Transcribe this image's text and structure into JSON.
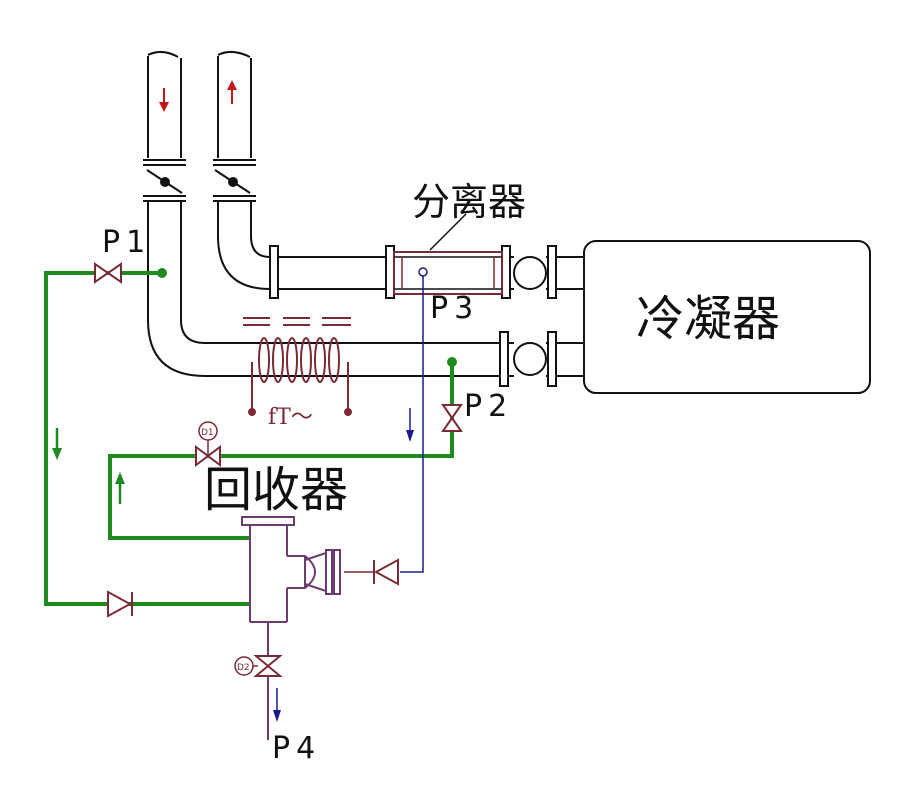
{
  "colors": {
    "pipe": "#111111",
    "green": "#1f8a1f",
    "maroon": "#7a2a34",
    "purple": "#6e3a70",
    "blue": "#1a1a8c",
    "red": "#c01818"
  },
  "labels": {
    "separator": "分离器",
    "condenser": "冷凝器",
    "recovery": "回收器",
    "p1": "P1",
    "p2": "P2",
    "p3": "P3",
    "p4": "P4",
    "heater": "fT～",
    "d1": "D1",
    "d2": "D2"
  },
  "icons": {
    "flow_arrow": "flow-arrow-icon",
    "valve": "gate-valve-icon",
    "check_valve": "check-valve-icon",
    "damper": "butterfly-damper-icon",
    "coil": "heating-coil-icon",
    "pump": "pump-icon"
  }
}
